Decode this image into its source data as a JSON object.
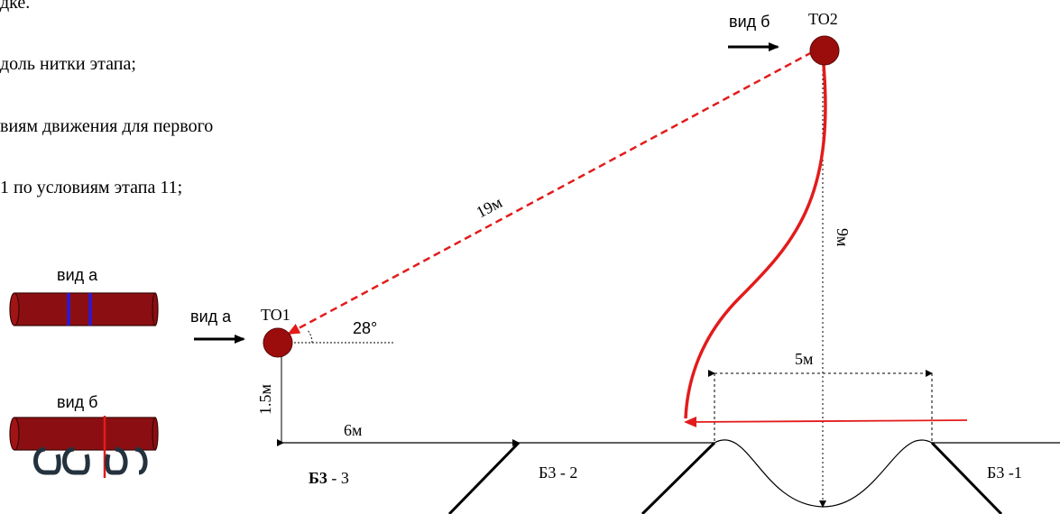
{
  "text_lines": [
    "дке.",
    "доль нитки этапа;",
    "виям движения для первого",
    "1 по условиям этапа 11;"
  ],
  "view_a_label": "вид а",
  "view_b_label": "вид б",
  "to1_label": "ТО1",
  "to2_label": "ТО2",
  "angle_label": "28°",
  "dist_19_label": "19м",
  "dist_9_label": "9м",
  "dist_15_label": "1.5м",
  "dist_6_label": "6м",
  "dist_5_label": "5м",
  "bz3_bold": "Б3",
  "bz3_suffix": " - 3",
  "bz2_label": "Б3 - 2",
  "bz1_label": "Б3 -1",
  "colors": {
    "node": "#9b0d0d",
    "rope": "#e31b1b",
    "log": "#8b0f12",
    "mark_blue": "#1a1aff",
    "carabiner": "#24323e"
  }
}
